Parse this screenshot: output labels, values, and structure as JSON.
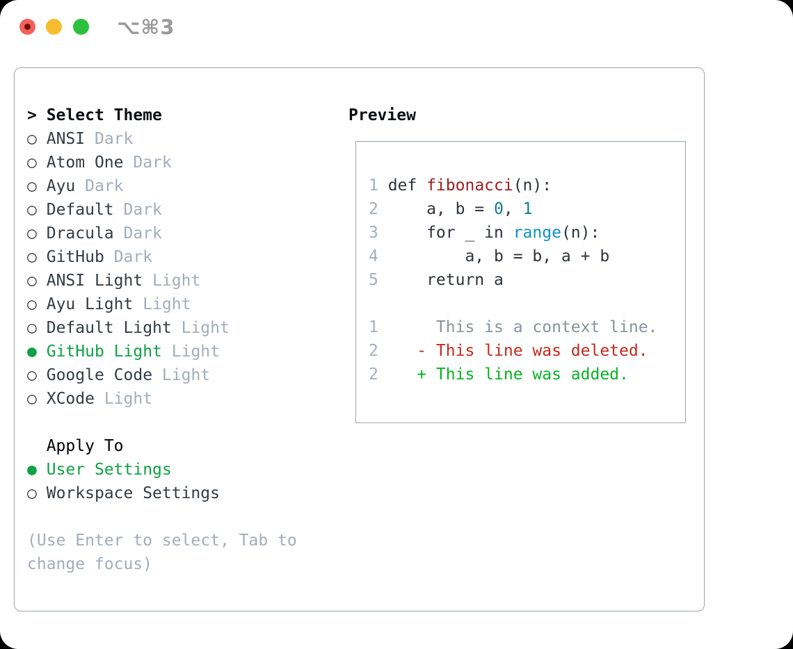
{
  "window": {
    "shortcut": "⌥⌘3"
  },
  "colors": {
    "tl_red": "#f4605a",
    "tl_red_dot": "#720d06",
    "tl_yellow": "#f8bd2e",
    "tl_green": "#2bc13d",
    "border": "#9aa3ae",
    "text_dark": "#343b43",
    "muted": "#a3adb9",
    "accent_green": "#0ca344",
    "lineno": "#a4aebb",
    "code_text": "#2d333b",
    "code_function": "#9c1d1d",
    "code_number": "#0e7e8b",
    "code_builtin": "#0d93c4",
    "diff_context": "#8a929b",
    "diff_deleted": "#c5291c",
    "diff_added": "#06b423"
  },
  "theme_panel": {
    "header_prefix": "> ",
    "header": "Select Theme",
    "themes": [
      {
        "name": "ANSI",
        "variant": "Dark",
        "selected": false
      },
      {
        "name": "Atom One",
        "variant": "Dark",
        "selected": false
      },
      {
        "name": "Ayu",
        "variant": "Dark",
        "selected": false
      },
      {
        "name": "Default",
        "variant": "Dark",
        "selected": false
      },
      {
        "name": "Dracula",
        "variant": "Dark",
        "selected": false
      },
      {
        "name": "GitHub",
        "variant": "Dark",
        "selected": false
      },
      {
        "name": "ANSI Light",
        "variant": "Light",
        "selected": false
      },
      {
        "name": "Ayu Light",
        "variant": "Light",
        "selected": false
      },
      {
        "name": "Default Light",
        "variant": "Light",
        "selected": false
      },
      {
        "name": "GitHub Light",
        "variant": "Light",
        "selected": true
      },
      {
        "name": "Google Code",
        "variant": "Light",
        "selected": false
      },
      {
        "name": "XCode",
        "variant": "Light",
        "selected": false
      }
    ],
    "apply_header": "Apply To",
    "apply_options": [
      {
        "label": "User Settings",
        "selected": true
      },
      {
        "label": "Workspace Settings",
        "selected": false
      }
    ],
    "hint_lines": [
      "(Use Enter to select, Tab to",
      "change focus)"
    ]
  },
  "preview": {
    "title": "Preview",
    "lines": [
      {
        "num": "1",
        "tokens": [
          {
            "text": "def ",
            "style": "code"
          },
          {
            "text": "fibonacci",
            "style": "function"
          },
          {
            "text": "(n):",
            "style": "code"
          }
        ]
      },
      {
        "num": "2",
        "tokens": [
          {
            "text": "    a, b = ",
            "style": "code"
          },
          {
            "text": "0",
            "style": "number"
          },
          {
            "text": ", ",
            "style": "code"
          },
          {
            "text": "1",
            "style": "number"
          }
        ]
      },
      {
        "num": "3",
        "tokens": [
          {
            "text": "    for _ in ",
            "style": "code"
          },
          {
            "text": "range",
            "style": "builtin"
          },
          {
            "text": "(n):",
            "style": "code"
          }
        ]
      },
      {
        "num": "4",
        "tokens": [
          {
            "text": "        a, b = b, a + b",
            "style": "code"
          }
        ]
      },
      {
        "num": "5",
        "tokens": [
          {
            "text": "    return a",
            "style": "code"
          }
        ]
      },
      {
        "num": "",
        "tokens": []
      },
      {
        "num": "1",
        "tokens": [
          {
            "text": "     This is a context line.",
            "style": "context"
          }
        ]
      },
      {
        "num": "2",
        "tokens": [
          {
            "text": "   - This line was deleted.",
            "style": "deleted"
          }
        ]
      },
      {
        "num": "2",
        "tokens": [
          {
            "text": "   + This line was added.",
            "style": "added"
          }
        ]
      }
    ]
  }
}
